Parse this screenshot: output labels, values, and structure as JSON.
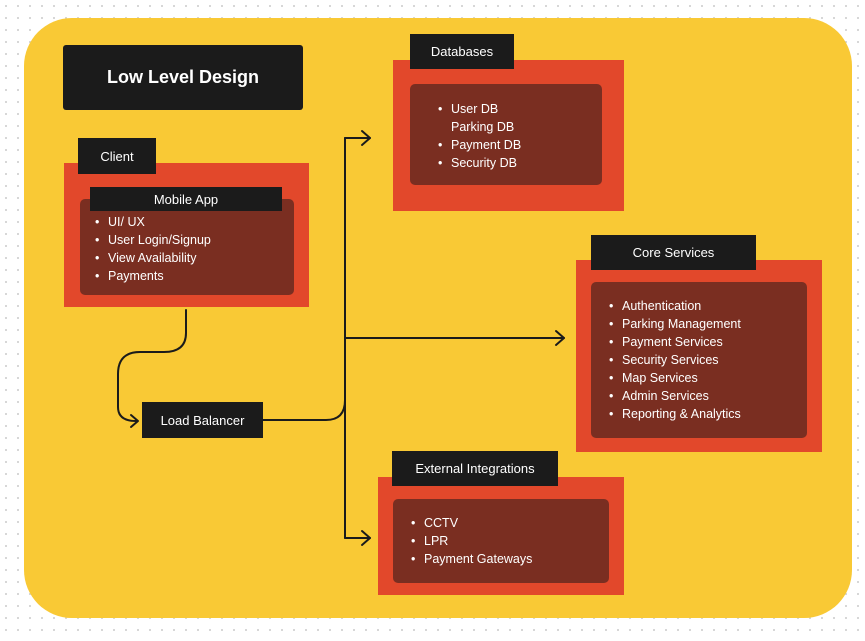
{
  "title": "Low Level Design",
  "client": {
    "label": "Client",
    "mobile_app": {
      "label": "Mobile App",
      "items": [
        "UI/ UX",
        "User Login/Signup",
        "View Availability",
        "Payments"
      ]
    }
  },
  "load_balancer": {
    "label": "Load Balancer"
  },
  "databases": {
    "label": "Databases",
    "items": [
      {
        "text": "User DB",
        "bullet": true
      },
      {
        "text": "Parking DB",
        "bullet": false
      },
      {
        "text": "Payment DB",
        "bullet": true
      },
      {
        "text": "Security DB",
        "bullet": true
      }
    ]
  },
  "core_services": {
    "label": "Core Services",
    "items": [
      "Authentication",
      "Parking Management",
      "Payment Services",
      "Security Services",
      "Map Services",
      "Admin Services",
      "Reporting & Analytics"
    ]
  },
  "external_integrations": {
    "label": "External Integrations",
    "items": [
      "CCTV",
      "LPR",
      "Payment Gateways"
    ]
  },
  "colors": {
    "board": "#f9c935",
    "panel_orange": "#e2482b",
    "panel_brown": "#7a2e21",
    "label_dark": "#1b1b1b"
  }
}
